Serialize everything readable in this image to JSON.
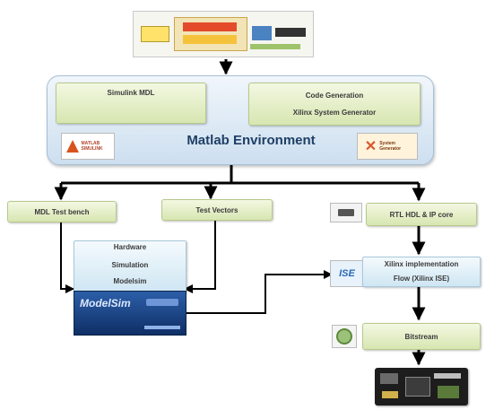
{
  "diagram": {
    "matlab_env_label": "Matlab Environment",
    "simulink_mdl": "Simulink MDL",
    "code_generation": "Code Generation",
    "xilinx_system_generator": "Xilinx System Generator",
    "matlab_logo_text": "MATLAB SIMULINK",
    "sysgen_logo_text": "System Generator",
    "mdl_testbench": "MDL Test bench",
    "test_vectors": "Test Vectors",
    "hw_sim_line1": "Hardware",
    "hw_sim_line2": "Simulation",
    "hw_sim_line3": "Modelsim",
    "modelsim_logo_text": "ModelSim",
    "rtl_hdl_ip_core": "RTL HDL & IP core",
    "xilinx_impl_line1": "Xilinx implementation",
    "xilinx_impl_line2": "Flow (Xilinx ISE)",
    "ise_logo_text": "ISE",
    "bitstream": "Bitstream"
  },
  "colors": {
    "green_box": "#d7e6b1",
    "blue_box": "#cfe6f3",
    "matlab_env": "#dce9f4",
    "arrow": "#000000"
  }
}
